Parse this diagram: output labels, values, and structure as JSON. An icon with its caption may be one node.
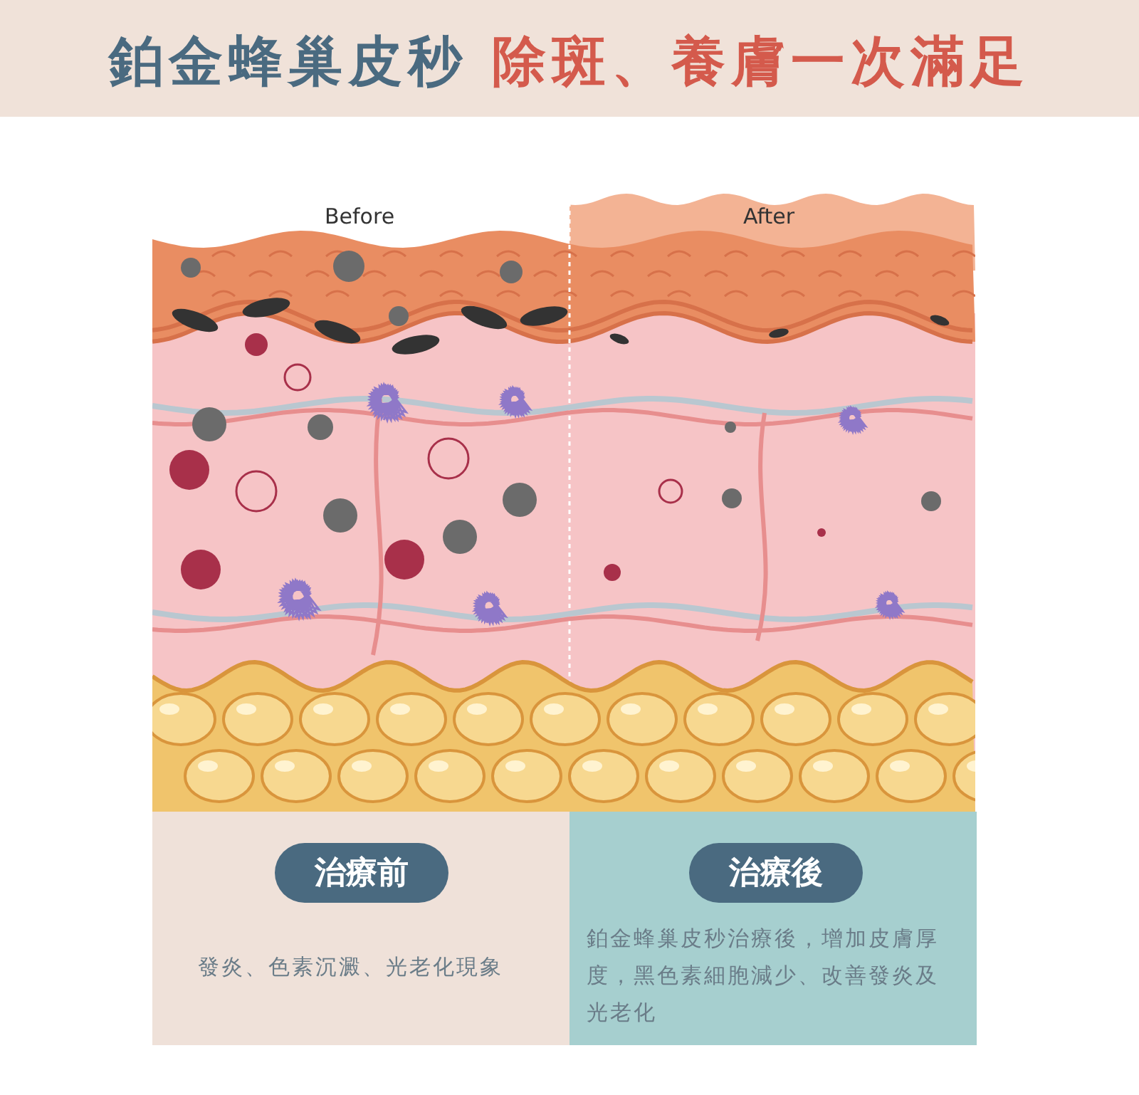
{
  "diagram": {
    "title": "鉑金蜂巢皮秒 除斑、養膚一次滿足",
    "nodes": [
      {
        "text": [
          "治療前",
          "發炎、色素沉澱、光老化現象"
        ]
      },
      {
        "text": [
          "治療後",
          "鉑金蜂巢皮秒治療後，增加皮膚厚度，黑色素細胞減少、改善發炎及光老化"
        ]
      }
    ],
    "labels": [
      "Before",
      "After"
    ]
  }
}
